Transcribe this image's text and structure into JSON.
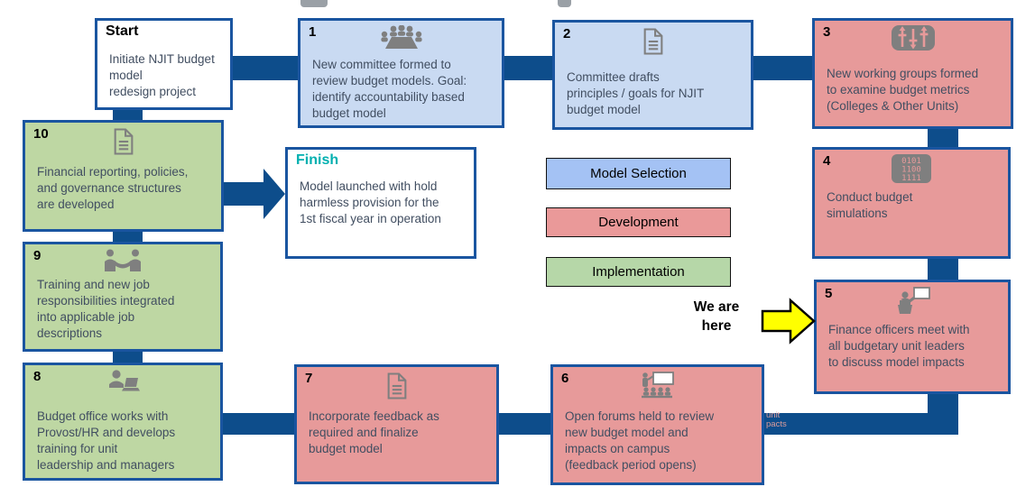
{
  "start": {
    "label": "Start",
    "text": "Initiate NJIT budget model\nredesign project"
  },
  "finish": {
    "label": "Finish",
    "text": "Model launched with hold\nharmless provision for the\n1st fiscal year in operation"
  },
  "steps": [
    {
      "num": "1",
      "phase": "model-selection",
      "icon": "meeting-icon",
      "text": "New committee formed to\nreview budget models.  Goal:\nidentify accountability based\nbudget model"
    },
    {
      "num": "2",
      "phase": "model-selection",
      "icon": "document-icon",
      "text": "Committee drafts\nprinciples / goals for NJIT\nbudget model"
    },
    {
      "num": "3",
      "phase": "development",
      "icon": "sliders-icon",
      "text": "New working groups formed\nto examine budget metrics\n(Colleges & Other Units)"
    },
    {
      "num": "4",
      "phase": "development",
      "icon": "binary-icon",
      "text": "Conduct budget\nsimulations"
    },
    {
      "num": "5",
      "phase": "development",
      "icon": "presenter-icon",
      "text": "Finance officers meet with\nall budgetary unit leaders\nto discuss model impacts"
    },
    {
      "num": "6",
      "phase": "development",
      "icon": "lecture-icon",
      "text": "Open forums held to review\nnew budget model and\nimpacts on campus\n(feedback period opens)"
    },
    {
      "num": "7",
      "phase": "development",
      "icon": "document-icon",
      "text": "Incorporate feedback as\nrequired and finalize\nbudget  model"
    },
    {
      "num": "8",
      "phase": "implementation",
      "icon": "laptop-user-icon",
      "text": "Budget office works with\nProvost/HR and develops\ntraining for unit\nleadership and managers"
    },
    {
      "num": "9",
      "phase": "implementation",
      "icon": "handshake-icon",
      "text": "Training and new job\nresponsibilities integrated\ninto applicable  job\ndescriptions"
    },
    {
      "num": "10",
      "phase": "implementation",
      "icon": "document-icon",
      "text": "Financial reporting, policies,\nand governance structures\nare developed"
    }
  ],
  "legend": {
    "items": [
      {
        "label": "Model Selection",
        "color": "#a4c2f4"
      },
      {
        "label": "Development",
        "color": "#ea9999"
      },
      {
        "label": "Implementation",
        "color": "#b6d7a8"
      }
    ]
  },
  "marker": {
    "line1": "We are",
    "line2": "here"
  },
  "ghost_text": "unit\npacts",
  "binary_icon_text": "0101\n1100\n1111",
  "colors": {
    "connector_blue": "#0d4d8b",
    "box_border_blue": "#1a55a0",
    "model_selection_fill": "#c9daf2",
    "development_fill": "#e79a9a",
    "implementation_fill": "#bed7a3",
    "finish_label_teal": "#00b0b0",
    "body_text": "#414e61",
    "marker_arrow_yellow": "#ffff00",
    "icon_gray": "#7f7f7f"
  }
}
